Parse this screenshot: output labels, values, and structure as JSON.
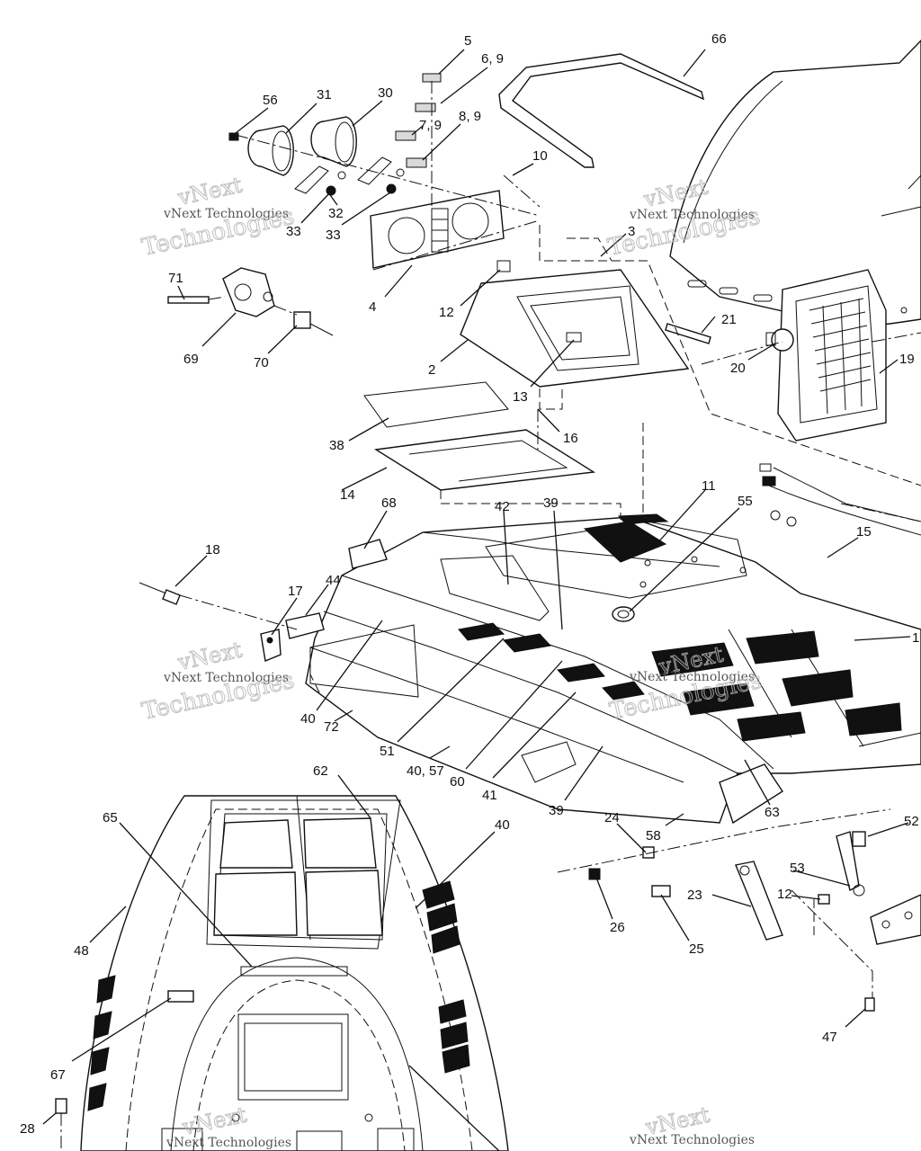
{
  "callouts": {
    "c66": "66",
    "c5": "5",
    "c69a": "6, 9",
    "c79": "7, 9",
    "c89": "8, 9",
    "c56": "56",
    "c31": "31",
    "c30": "30",
    "c10": "10",
    "c32": "32",
    "c33a": "33",
    "c33b": "33",
    "c3": "3",
    "c4": "4",
    "c12a": "12",
    "c71": "71",
    "c69": "69",
    "c70": "70",
    "c2": "2",
    "c21": "21",
    "c20": "20",
    "c19": "19",
    "c13": "13",
    "c16": "16",
    "c38": "38",
    "c14": "14",
    "c42": "42",
    "c39a": "39",
    "c11": "11",
    "c55": "55",
    "c68": "68",
    "c15": "15",
    "c18": "18",
    "c44": "44",
    "c17": "17",
    "c1": "1",
    "c40a": "40",
    "c72": "72",
    "c51": "51",
    "c4057": "40, 57",
    "c60": "60",
    "c41": "41",
    "c39b": "39",
    "c24": "24",
    "c58": "58",
    "c63": "63",
    "c52": "52",
    "c62": "62",
    "c65": "65",
    "c40b": "40",
    "c53": "53",
    "c12b": "12",
    "c23": "23",
    "c26": "26",
    "c25": "25",
    "c48": "48",
    "c47": "47",
    "c67": "67",
    "c28": "28"
  },
  "watermark": {
    "brand": "vNext Technologies",
    "line1": "vNext",
    "line2": "Technologies"
  }
}
